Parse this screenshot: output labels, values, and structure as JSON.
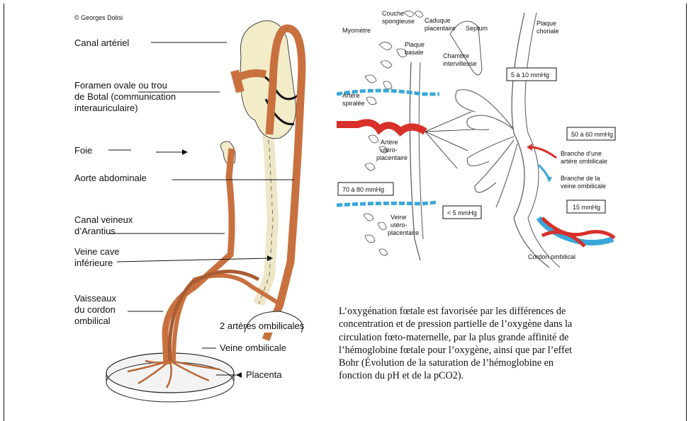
{
  "copyright": "© Georges Dolisi",
  "left_labels": {
    "canal_arteriel": "Canal artériel",
    "foramen_1": "Foramen ovale ou trou",
    "foramen_2": "de Botal (communication",
    "foramen_3": "interauriculaire)",
    "foie": "Foie",
    "aorte": "Aorte abdominale",
    "canal_veineux_1": "Canal veineux",
    "canal_veineux_2": "d’Arantius",
    "veine_cave_1": "Veine cave",
    "veine_cave_2": "inférieure",
    "vaisseaux_1": "Vaisseaux",
    "vaisseaux_2": "du cordon",
    "vaisseaux_3": "ombilical",
    "arteres_ombilicales": "2 artères ombilicales",
    "veine_ombilicale": "Veine ombilicale",
    "placenta": "Placenta"
  },
  "right_labels": {
    "myometre": "Myomètre",
    "couche_1": "Couche",
    "couche_2": "spongieuse",
    "caduque_1": "Caduque",
    "caduque_2": "placentaire",
    "septum": "Septum",
    "plaque_choriale_1": "Plaque",
    "plaque_choriale_2": "choriale",
    "plaque_basale_1": "Plaque",
    "plaque_basale_2": "basale",
    "chambre_1": "Chambre",
    "chambre_2": "intervilleuse",
    "artere_spiralee_1": "Artère",
    "artere_spiralee_2": "spiralée",
    "artere_utero_1": "Artère",
    "artere_utero_2": "utéro-",
    "artere_utero_3": "placentaire",
    "veine_utero_1": "Veine",
    "veine_utero_2": "utéro-",
    "veine_utero_3": "placentaire",
    "branche_artere_1": "Branche d’une",
    "branche_artere_2": "artère ombilicale",
    "branche_veine_1": "Branche de la",
    "branche_veine_2": "veine ombilicale",
    "cordon": "Cordon ombilical",
    "p_5_10": "5 à 10 mmHg",
    "p_50_60": "50 à 60 mmHg",
    "p_70_80": "70 à 80 mmHg",
    "p_lt5": "< 5 mmHg",
    "p_15": "15 mmHg"
  },
  "caption": {
    "line1": "L’oxygénation fœtale est favorisée par les différences de",
    "line2": "concentration et de pression partielle de l’oxygène dans la",
    "line3": "circulation fœto-maternelle, par la plus grande affinité de",
    "line4": "l’hémoglobine fœtale pour l’oxygène, ainsi que par l’effet",
    "line5": "Bohr (Évolution de la saturation de l’hémoglobine en",
    "line6": "fonction du pH et de la pCO2)."
  },
  "colors": {
    "vessel": "#c8713f",
    "vessel_dark": "#8a4a24",
    "artery_red": "#d8302a",
    "vein_blue": "#3aa7d8",
    "heart_pale": "#f2ecc9"
  }
}
